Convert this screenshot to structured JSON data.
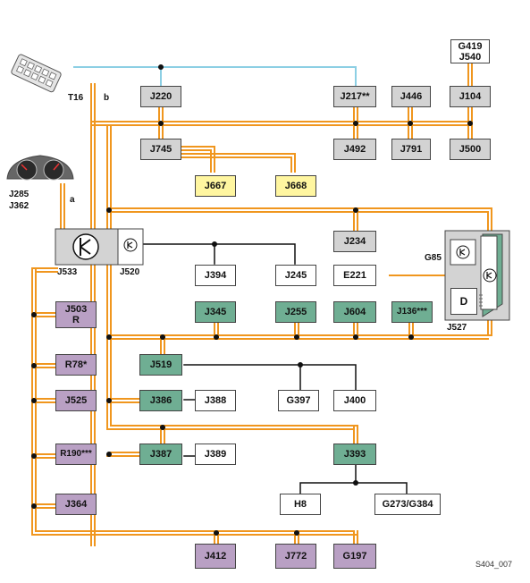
{
  "labels": {
    "t16": "T16",
    "b": "b",
    "a": "a",
    "j285": "J285",
    "j362": "J362",
    "j533": "J533",
    "j520": "J520",
    "g85": "G85",
    "j527": "J527",
    "fig_id": "S404_007"
  },
  "boxes": {
    "g419": "G419",
    "j540": "J540",
    "j220": "J220",
    "j217": "J217**",
    "j446": "J446",
    "j104": "J104",
    "j745": "J745",
    "j492": "J492",
    "j791": "J791",
    "j500": "J500",
    "j667": "J667",
    "j668": "J668",
    "j234": "J234",
    "j394": "J394",
    "j245": "J245",
    "e221": "E221",
    "d": "D",
    "j503": "J503",
    "r": "R",
    "j345": "J345",
    "j255": "J255",
    "j604": "J604",
    "j136": "J136***",
    "r78": "R78*",
    "j519": "J519",
    "j525": "J525",
    "j386": "J386",
    "j388": "J388",
    "g397": "G397",
    "j400": "J400",
    "r190": "R190***",
    "j387": "J387",
    "j389": "J389",
    "j393": "J393",
    "j364": "J364",
    "h8": "H8",
    "g273": "G273/G384",
    "j412": "J412",
    "j772": "J772",
    "g197": "G197"
  },
  "colors": {
    "bus_orange": "#f0961e",
    "diag_blue": "#8ccfe4",
    "gray": "#d3d3d3",
    "yellow": "#fff6a0",
    "teal": "#6fae93",
    "purple": "#b9a0c4"
  }
}
